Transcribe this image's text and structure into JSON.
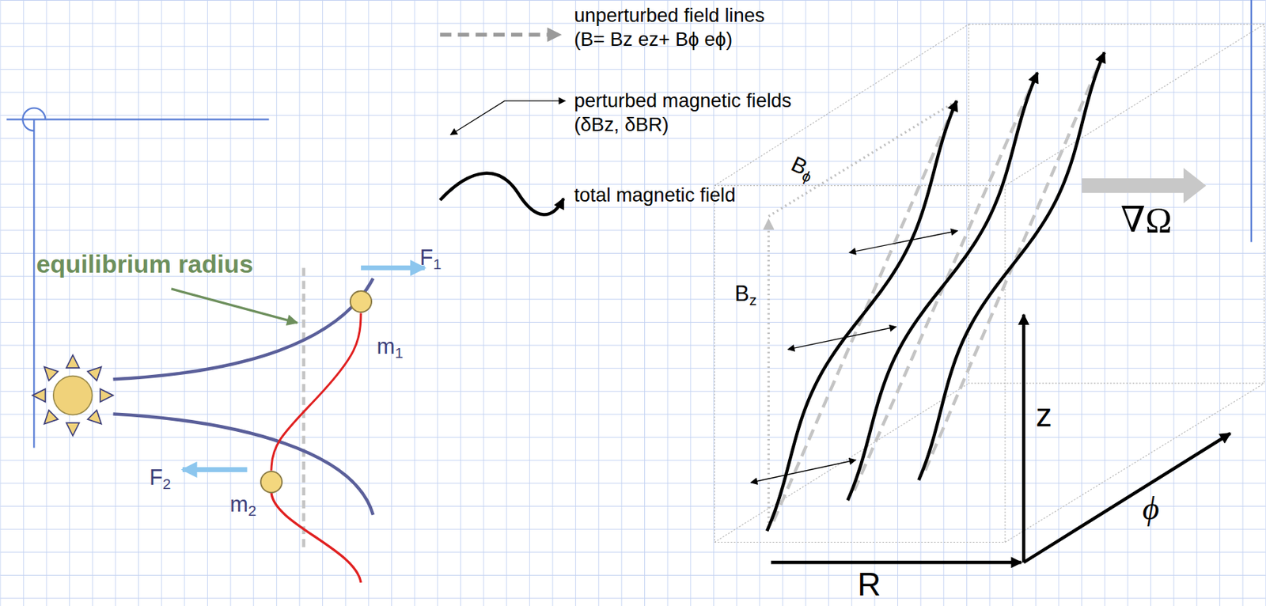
{
  "diagram": {
    "nodes": [
      {
        "text": [
          "m1"
        ]
      },
      {
        "text": [
          "m2"
        ]
      }
    ],
    "edges": [
      {
        "from": 0,
        "to": 1,
        "arrow": "none"
      }
    ],
    "labels": [
      "equilibrium radius",
      "F1",
      "F2",
      "Bϕ",
      "Bz",
      "∇Ω",
      "z",
      "R",
      "ϕ"
    ],
    "legend": [
      {
        "text": "unperturbed field lines (B= Bz ez+ Bϕ eϕ)"
      },
      {
        "text": "perturbed magnetic fields (δBz, δBR)"
      },
      {
        "text": "total magnetic field"
      }
    ]
  }
}
